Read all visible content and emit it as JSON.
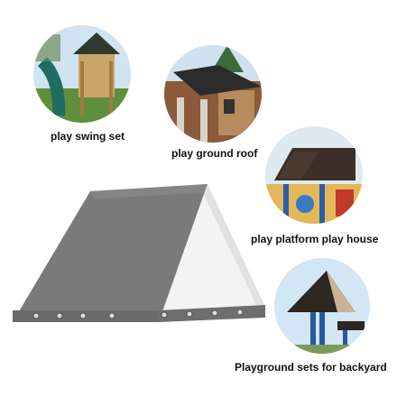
{
  "scenes": [
    {
      "icon": "swing-set-photo",
      "caption": "play swing set"
    },
    {
      "icon": "ground-roof-photo",
      "caption": "play ground roof"
    },
    {
      "icon": "platform-play-house-photo",
      "caption": "play platform play house"
    },
    {
      "icon": "backyard-playground-photo",
      "caption": "Playground sets for backyard"
    }
  ],
  "product": {
    "icon": "canopy-tarp",
    "colors": {
      "top": "#6e6e6e",
      "underside": "#f4f4f4",
      "grommet": "#d9d9d9"
    }
  }
}
